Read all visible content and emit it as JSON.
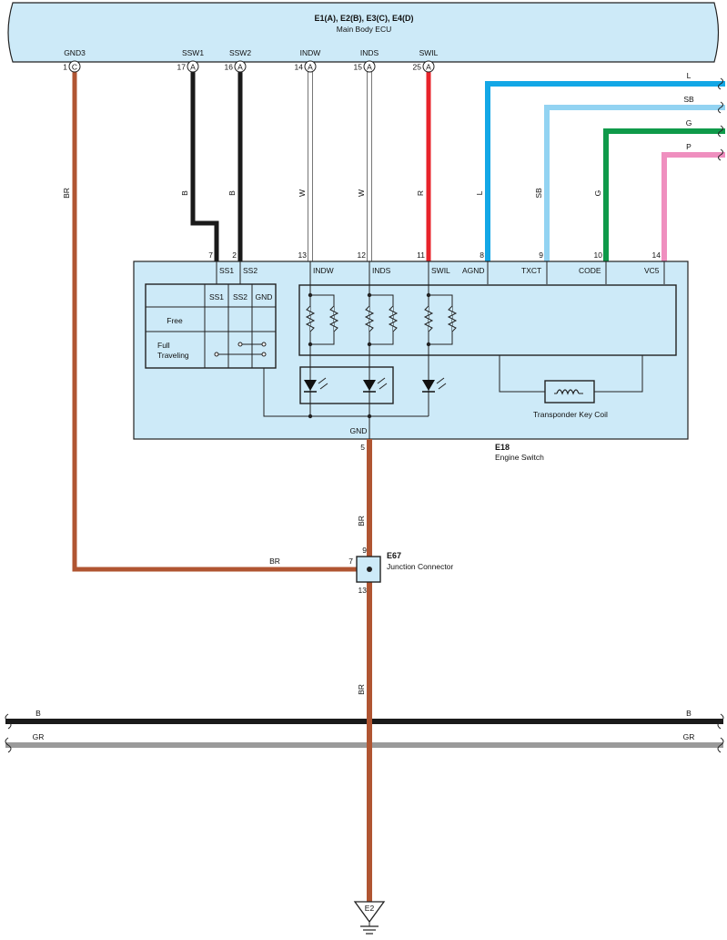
{
  "ecu": {
    "title": "E1(A), E2(B), E3(C), E4(D)",
    "subtitle": "Main Body ECU",
    "pins": [
      {
        "name": "GND3",
        "num": "1",
        "conn": "C"
      },
      {
        "name": "SSW1",
        "num": "17",
        "conn": "A"
      },
      {
        "name": "SSW2",
        "num": "16",
        "conn": "A"
      },
      {
        "name": "INDW",
        "num": "14",
        "conn": "A"
      },
      {
        "name": "INDS",
        "num": "15",
        "conn": "A"
      },
      {
        "name": "SWIL",
        "num": "25",
        "conn": "A"
      }
    ]
  },
  "wires": [
    {
      "code": "BR",
      "color": "#b05532"
    },
    {
      "code": "B",
      "color": "#1a1a1a"
    },
    {
      "code": "B",
      "color": "#1a1a1a"
    },
    {
      "code": "W",
      "color": "#ffffff"
    },
    {
      "code": "W",
      "color": "#ffffff"
    },
    {
      "code": "R",
      "color": "#e8232a"
    },
    {
      "code": "L",
      "color": "#13a7e6"
    },
    {
      "code": "SB",
      "color": "#92d3f2"
    },
    {
      "code": "G",
      "color": "#0f9a4a"
    },
    {
      "code": "P",
      "color": "#ef8fbf"
    }
  ],
  "engine_switch": {
    "id": "E18",
    "name": "Engine Switch",
    "pins": [
      {
        "num": "7",
        "name": "SS1"
      },
      {
        "num": "2",
        "name": "SS2"
      },
      {
        "num": "13",
        "name": "INDW"
      },
      {
        "num": "12",
        "name": "INDS"
      },
      {
        "num": "11",
        "name": "SWIL"
      },
      {
        "num": "8",
        "name": "AGND"
      },
      {
        "num": "9",
        "name": "TXCT"
      },
      {
        "num": "10",
        "name": "CODE"
      },
      {
        "num": "14",
        "name": "VC5"
      }
    ],
    "gnd_label": "GND",
    "gnd_pin": "5",
    "table": {
      "headers": [
        "SS1",
        "SS2",
        "GND"
      ],
      "row1": "Free",
      "row2a": "Full",
      "row2b": "Traveling"
    },
    "coil_label": "Transponder Key Coil"
  },
  "junction": {
    "id": "E67",
    "name": "Junction Connector",
    "pin_top": "9",
    "pin_left": "7",
    "pin_bottom": "13",
    "wire_label": "BR"
  },
  "bus": [
    {
      "code": "B",
      "color": "#1a1a1a"
    },
    {
      "code": "GR",
      "color": "#9a9a9a"
    }
  ],
  "ground": {
    "label": "E2"
  }
}
